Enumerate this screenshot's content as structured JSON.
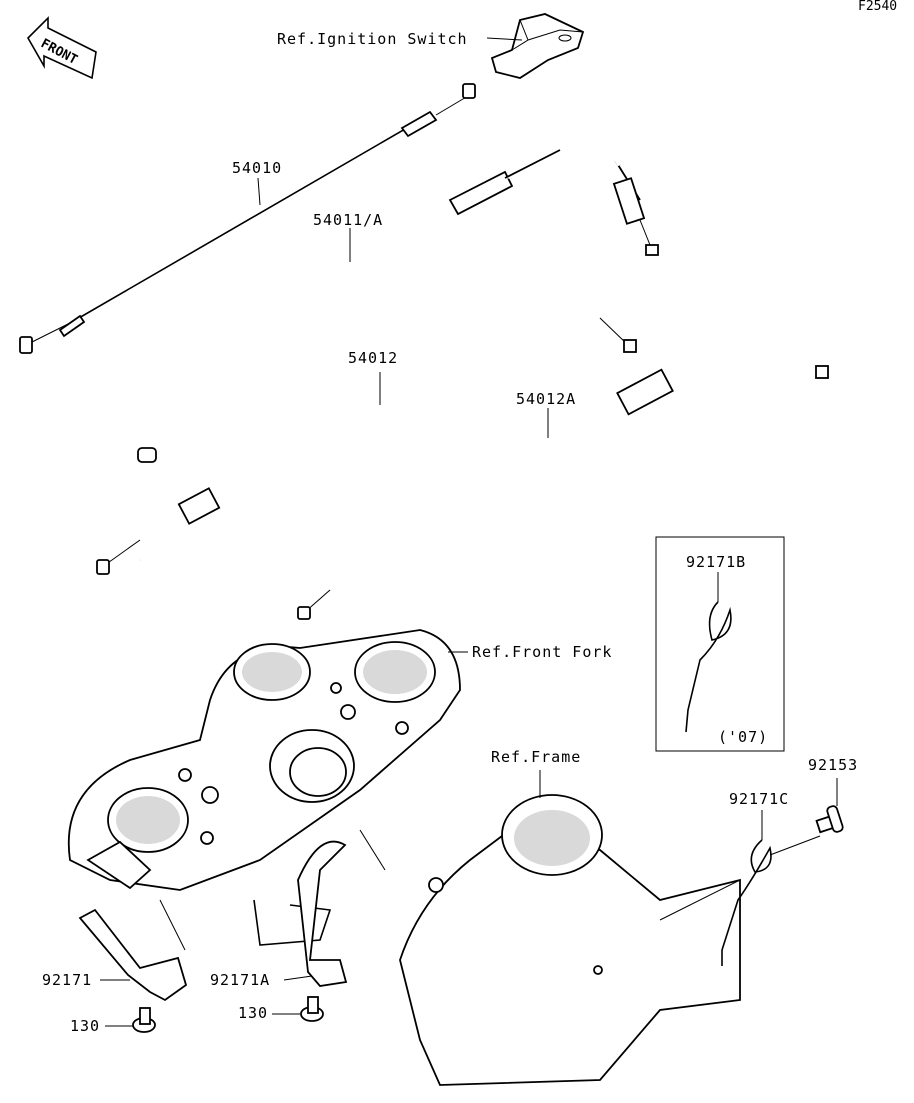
{
  "figure_code": "F2540",
  "front_arrow": "FRONT",
  "labels": {
    "ignition_switch": "Ref.Ignition Switch",
    "p54010": "54010",
    "p54011a": "54011/A",
    "p54012": "54012",
    "p54012a": "54012A",
    "p92171b": "92171B",
    "p92171b_note": "('07)",
    "front_fork": "Ref.Front Fork",
    "frame": "Ref.Frame",
    "p92153": "92153",
    "p92171c": "92171C",
    "p92171": "92171",
    "p92171a": "92171A",
    "p130_left": "130",
    "p130_right": "130"
  }
}
